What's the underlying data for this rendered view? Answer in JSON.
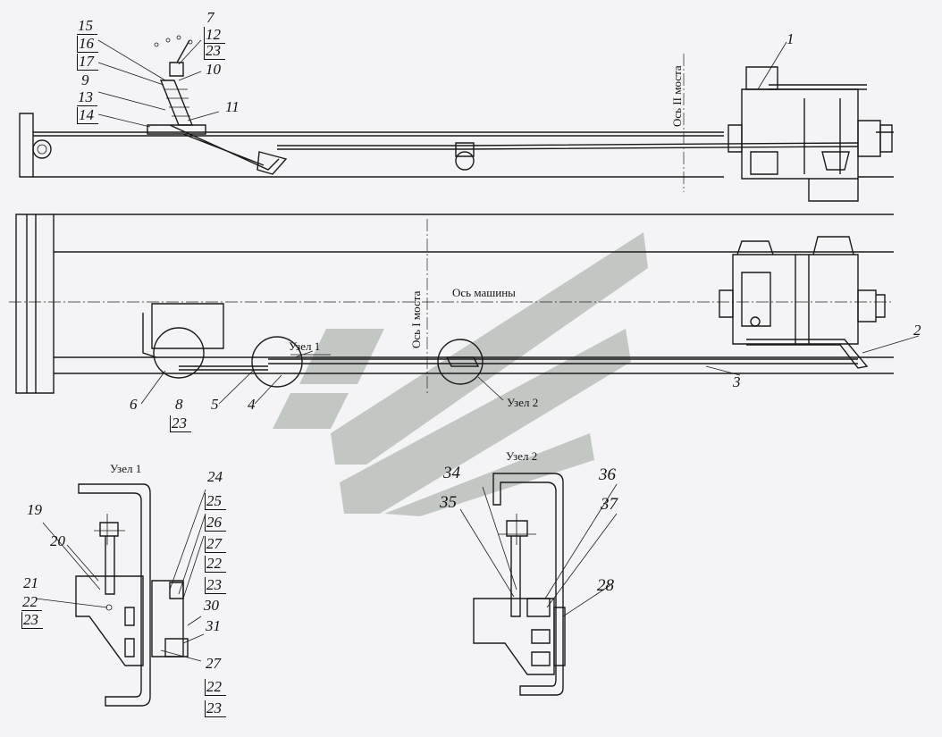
{
  "labels": {
    "axis_machine": "Ось машины",
    "axis_bridge1": "Ось I моста",
    "axis_bridge2": "Ось II моста",
    "node1": "Узел 1",
    "node2": "Узел 2",
    "node1_title": "Узел 1",
    "node2_title": "Узел 2"
  },
  "callouts": {
    "c1": "1",
    "c2": "2",
    "c3": "3",
    "c4": "4",
    "c5": "5",
    "c6": "6",
    "c8": "8",
    "c23a": "23",
    "c7": "7",
    "c12": "12",
    "c23b": "23",
    "c10": "10",
    "c11": "11",
    "c15": "15",
    "c16": "16",
    "c17": "17",
    "c9": "9",
    "c13": "13",
    "c14": "14",
    "c19": "19",
    "c20": "20",
    "c21": "21",
    "c22a": "22",
    "c23c": "23",
    "c24": "24",
    "c25": "25",
    "c26": "26",
    "c27a": "27",
    "c22b": "22",
    "c23d": "23",
    "c30": "30",
    "c31": "31",
    "c27b": "27",
    "c22c": "22",
    "c23e": "23",
    "c34": "34",
    "c35": "35",
    "c36": "36",
    "c37": "37",
    "c28": "28"
  },
  "colors": {
    "line": "#1a1a1a",
    "watermark": "#9aa39c",
    "background": "#f4f4f6"
  }
}
